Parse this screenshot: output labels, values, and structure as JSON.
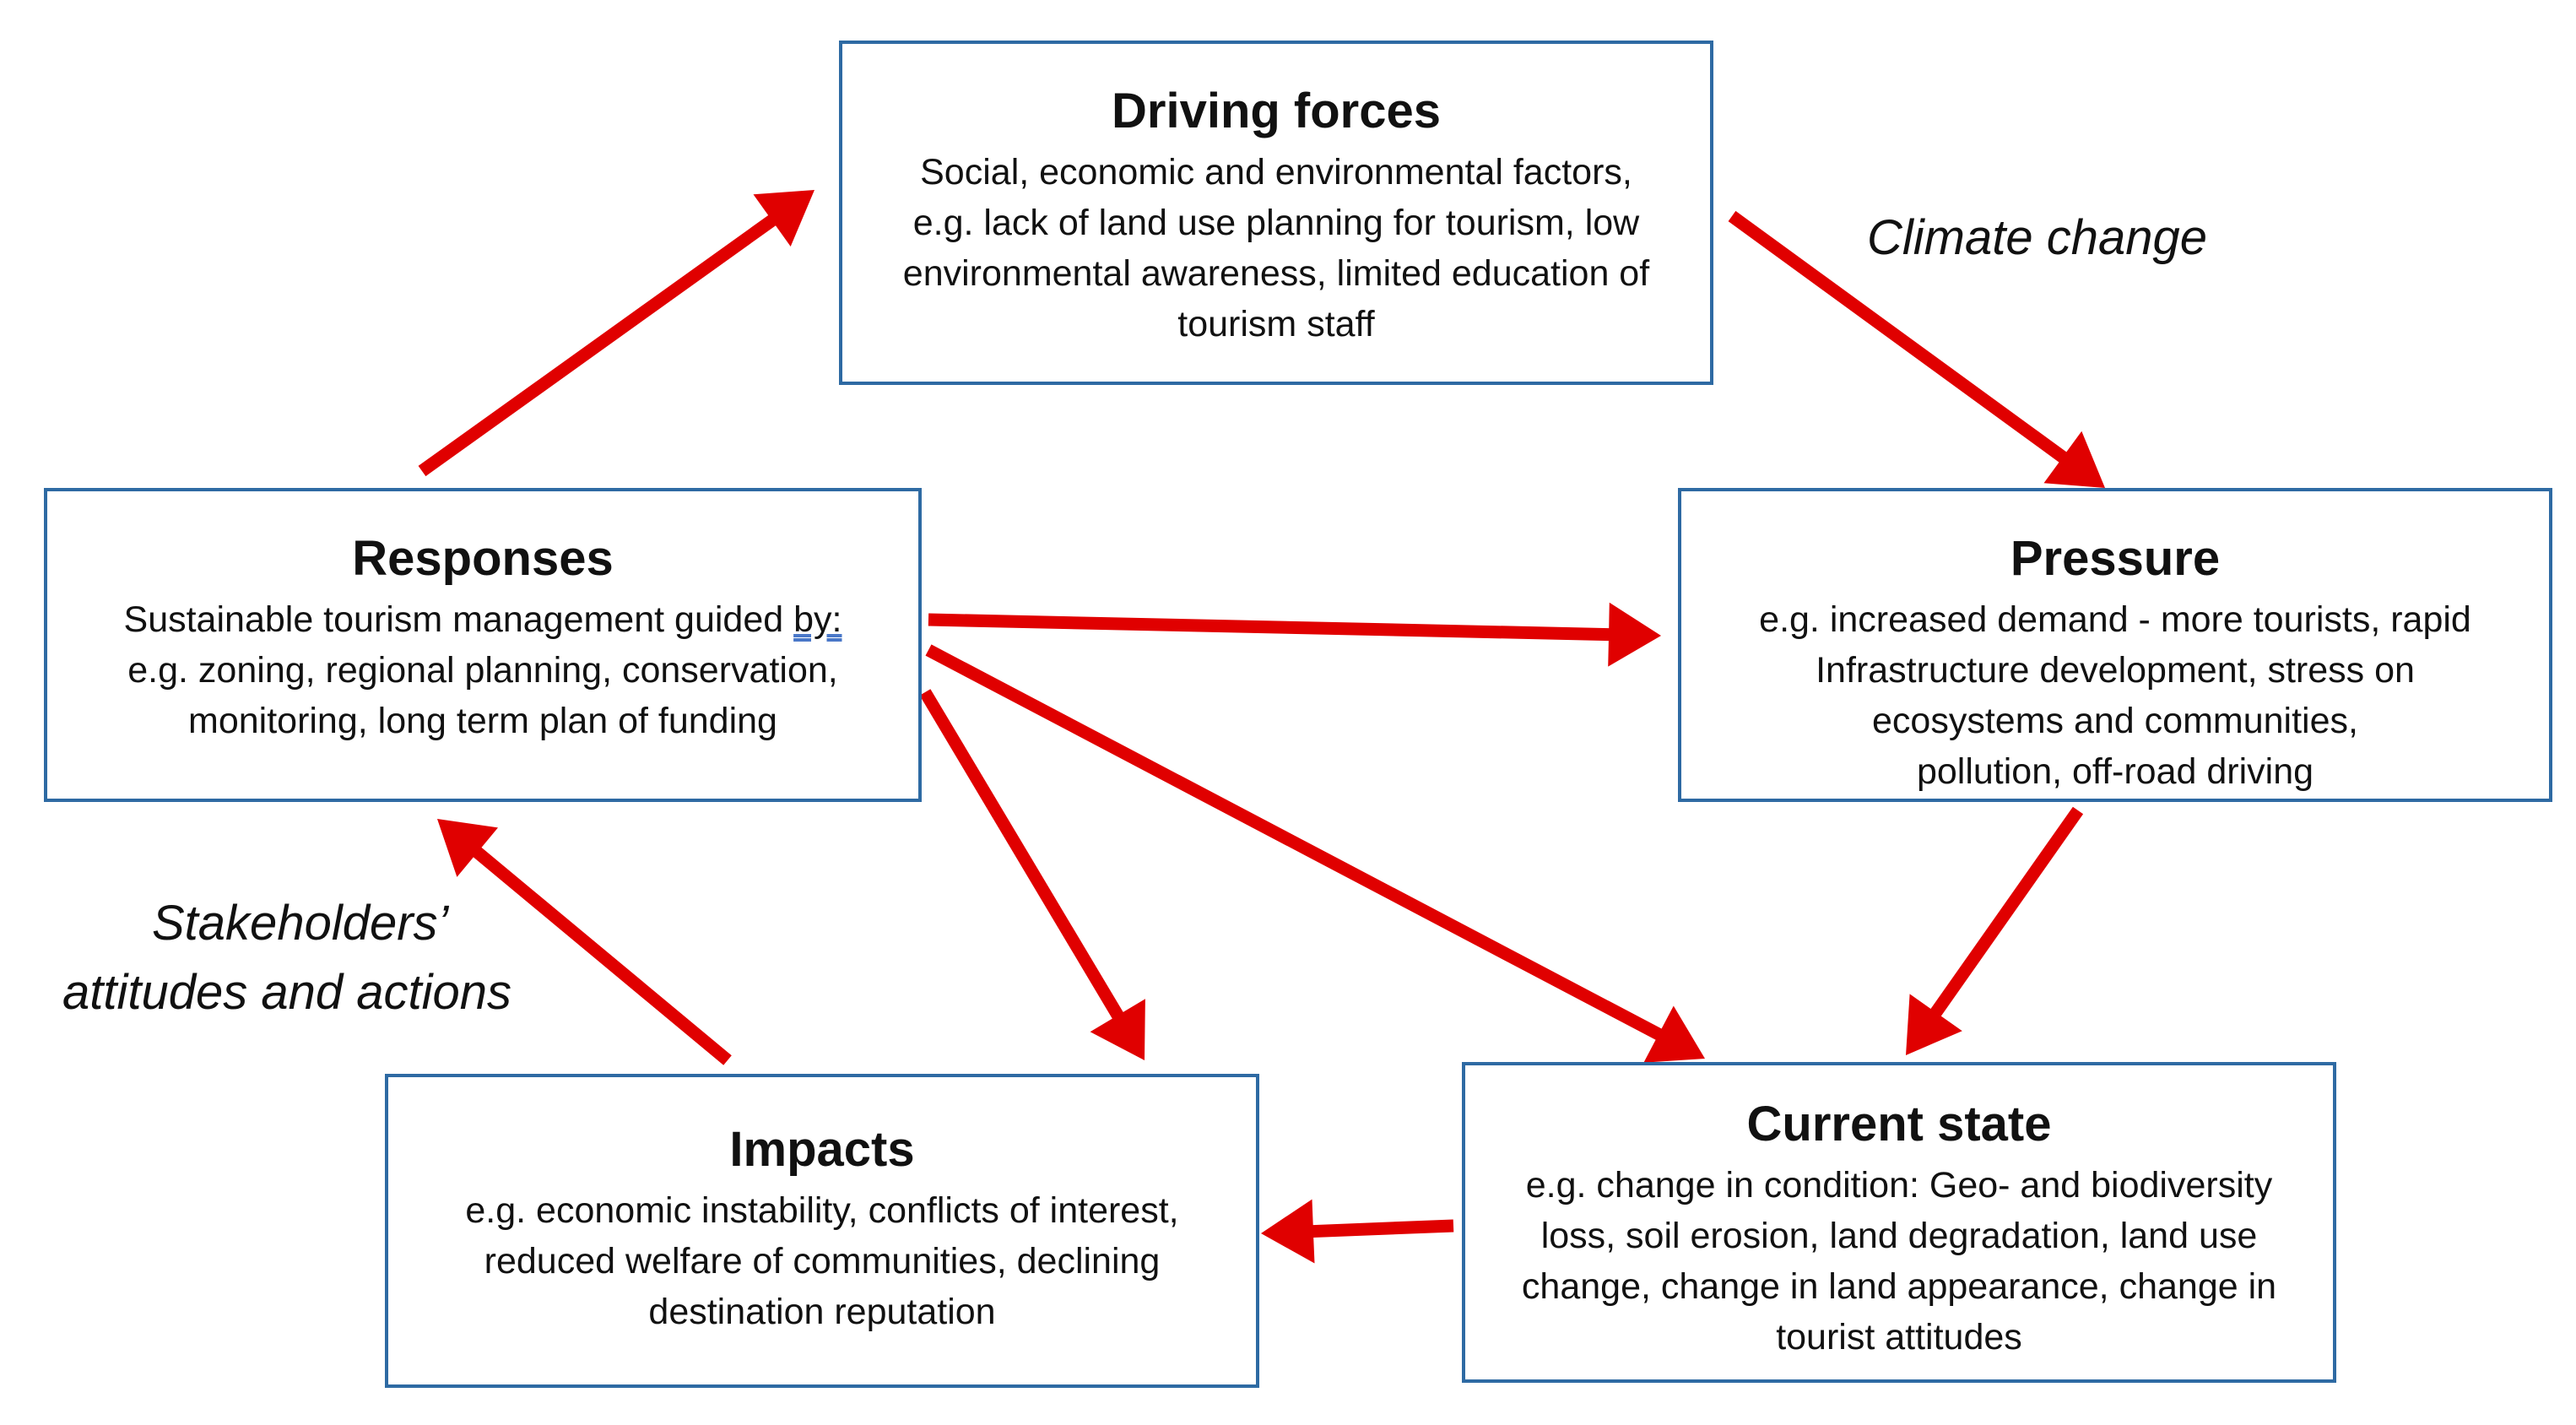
{
  "colors": {
    "box_border": "#2e6aa3",
    "arrow": "#e00000",
    "text": "#111111"
  },
  "boxes": {
    "driving_forces": {
      "title": "Driving forces",
      "lines": [
        "Social, economic and environmental factors,",
        "e.g. lack of land use planning for tourism, low",
        "environmental awareness, limited education of",
        "tourism staff"
      ]
    },
    "pressure": {
      "title": "Pressure",
      "lines": [
        "e.g. increased demand - more tourists, rapid",
        "Infrastructure development, stress on",
        "ecosystems and communities,",
        "pollution, off-road driving"
      ]
    },
    "responses": {
      "title": "Responses",
      "line1_text": "Sustainable tourism management guided ",
      "line1_link": "by:",
      "lines": [
        "e.g. zoning, regional planning, conservation,",
        "monitoring, long term plan of funding"
      ]
    },
    "current_state": {
      "title": "Current state",
      "lines": [
        "e.g. change in condition: Geo- and biodiversity",
        "loss, soil erosion, land degradation, land use",
        "change, change in land appearance, change in",
        "tourist attitudes"
      ]
    },
    "impacts": {
      "title": "Impacts",
      "lines": [
        "e.g. economic instability, conflicts of interest,",
        "reduced welfare of communities, declining",
        "destination reputation"
      ]
    }
  },
  "labels": {
    "climate_change": "Climate change",
    "stakeholders_line1": "Stakeholders’",
    "stakeholders_line2": "attitudes and actions"
  },
  "arrows": [
    {
      "name": "responses-to-driving-forces-arrow",
      "from": "responses",
      "to": "driving_forces"
    },
    {
      "name": "driving-forces-to-pressure-arrow",
      "from": "driving_forces",
      "to": "pressure"
    },
    {
      "name": "responses-to-pressure-arrow",
      "from": "responses",
      "to": "pressure"
    },
    {
      "name": "pressure-to-current-state-arrow",
      "from": "pressure",
      "to": "current_state"
    },
    {
      "name": "responses-to-current-state-arrow",
      "from": "responses",
      "to": "current_state"
    },
    {
      "name": "responses-to-impacts-arrow",
      "from": "responses",
      "to": "impacts"
    },
    {
      "name": "current-state-to-impacts-arrow",
      "from": "current_state",
      "to": "impacts"
    },
    {
      "name": "impacts-to-responses-arrow",
      "from": "impacts",
      "to": "responses"
    }
  ]
}
